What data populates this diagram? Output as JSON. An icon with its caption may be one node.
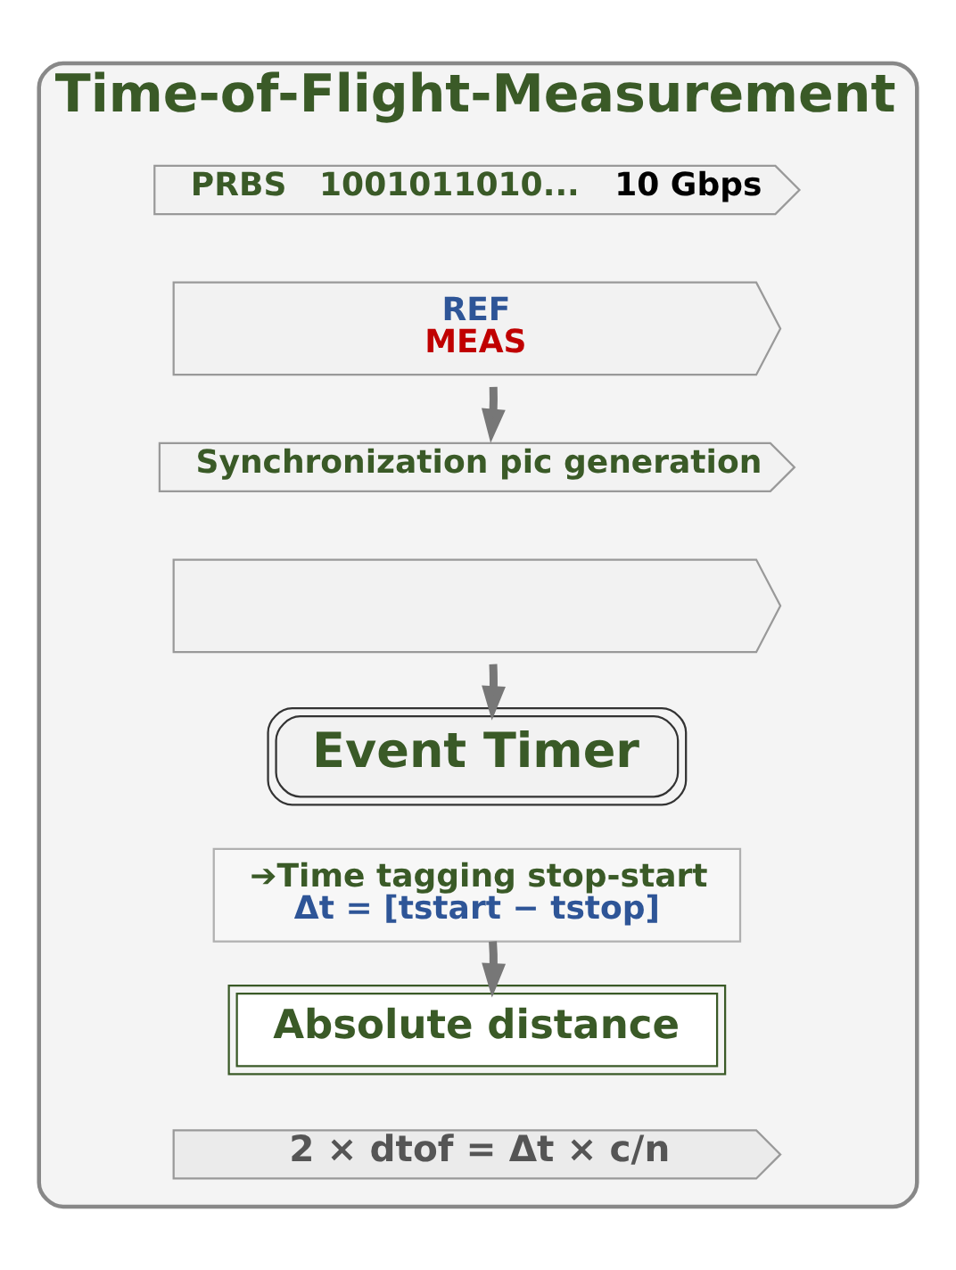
{
  "diagram": {
    "nodes": [
      {
        "text": [
          "Time-of-Flight-Measurement"
        ]
      },
      {
        "text": [
          "PRBS",
          "1001011010...",
          "10 Gbps"
        ],
        "in": 0
      },
      {
        "text": [
          "REF",
          "MEAS"
        ],
        "in": 0
      },
      {
        "text": [
          "Synchronization pic generation"
        ],
        "in": 0
      },
      {
        "text": [],
        "shape": "box",
        "in": 0
      },
      {
        "text": [
          "Event Timer"
        ],
        "in": 0
      },
      {
        "text": [
          "➔Time tagging stop-start",
          "Δt = [tstart − tstop]"
        ],
        "in": 0
      },
      {
        "text": [
          "Absolute distance"
        ],
        "in": 0
      },
      {
        "text": [
          "2 × dtof = Δt × c/n"
        ],
        "in": 0
      }
    ],
    "edges": [
      {
        "from": 2,
        "to": 3,
        "arrow": "to"
      },
      {
        "from": 4,
        "to": 5,
        "arrow": "to"
      },
      {
        "from": 6,
        "to": 7,
        "arrow": "to"
      }
    ]
  }
}
